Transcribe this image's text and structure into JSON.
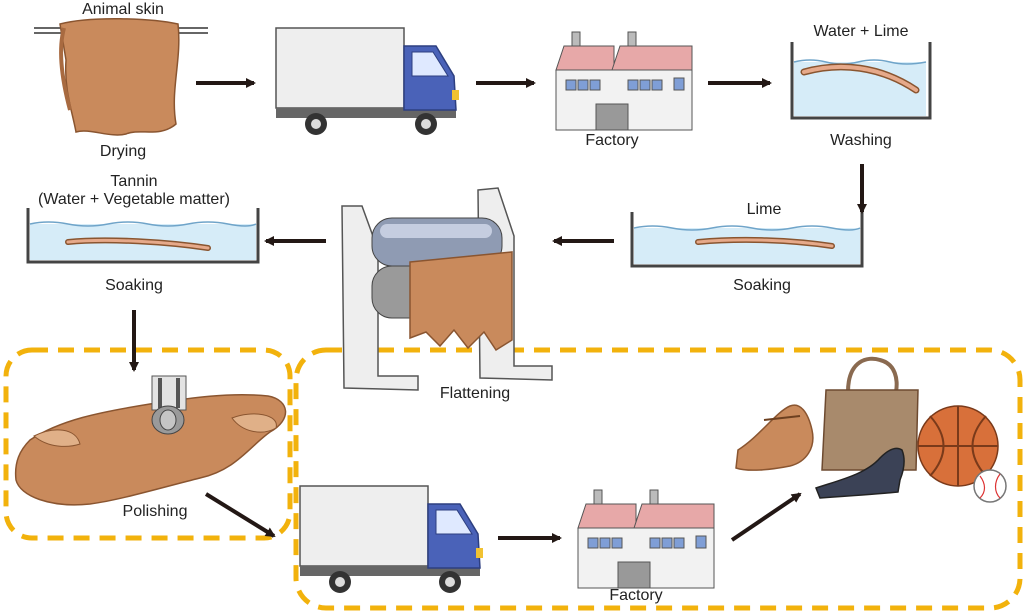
{
  "labels": {
    "animal_skin": "Animal skin",
    "drying": "Drying",
    "factory_top": "Factory",
    "water_lime": "Water + Lime",
    "washing": "Washing",
    "tannin": "Tannin",
    "tannin_detail": "(Water + Vegetable matter)",
    "soaking_left": "Soaking",
    "lime": "Lime",
    "soaking_right": "Soaking",
    "flattening": "Flattening",
    "polishing": "Polishing",
    "factory_bottom": "Factory"
  },
  "colors": {
    "leather": "#c98a5c",
    "leather_dark": "#a86a40",
    "truck_cab": "#4a62b8",
    "highlight_border": "#f2b20c",
    "water": "#d6ecf8",
    "arrow": "#231815"
  }
}
